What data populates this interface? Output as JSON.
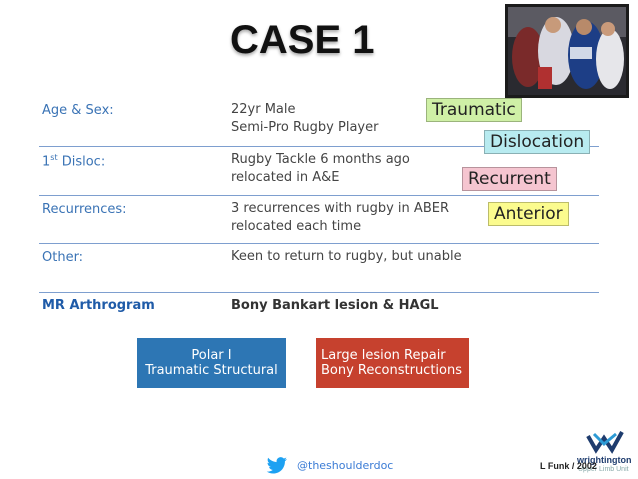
{
  "slide": {
    "title": "CASE 1",
    "rows": [
      {
        "label": "Age & Sex:",
        "line1": "22yr Male",
        "line2": "Semi-Pro Rugby Player"
      },
      {
        "label_main": "1",
        "label_sup": "st",
        "label_rest": " Disloc:",
        "line1": "Rugby Tackle 6 months ago",
        "line2": "relocated in A&E"
      },
      {
        "label": "Recurrences:",
        "line1": "3 recurrences with rugby in ABER",
        "line2": "relocated each time"
      },
      {
        "label": "Other:",
        "line1": "Keen to return to rugby, but unable"
      },
      {
        "label": "MR Arthrogram",
        "line1": "Bony Bankart lesion & HAGL"
      }
    ],
    "tags": [
      "Traumatic",
      "Dislocation",
      "Recurrent",
      "Anterior"
    ],
    "blue_box": {
      "line1": "Polar I",
      "line2": "Traumatic Structural"
    },
    "red_box": {
      "line1": "Large lesion Repair",
      "line2": "Bony Reconstructions"
    },
    "footer": {
      "handle": "@theshoulderdoc",
      "copyright": "L Funk / 2002",
      "logo_text": "wrightington",
      "logo_sub": "Upper Limb Unit"
    }
  },
  "colors": {
    "label_blue": "#3a73b5",
    "box_blue": "#2d76b4",
    "box_red": "#c6412e"
  }
}
